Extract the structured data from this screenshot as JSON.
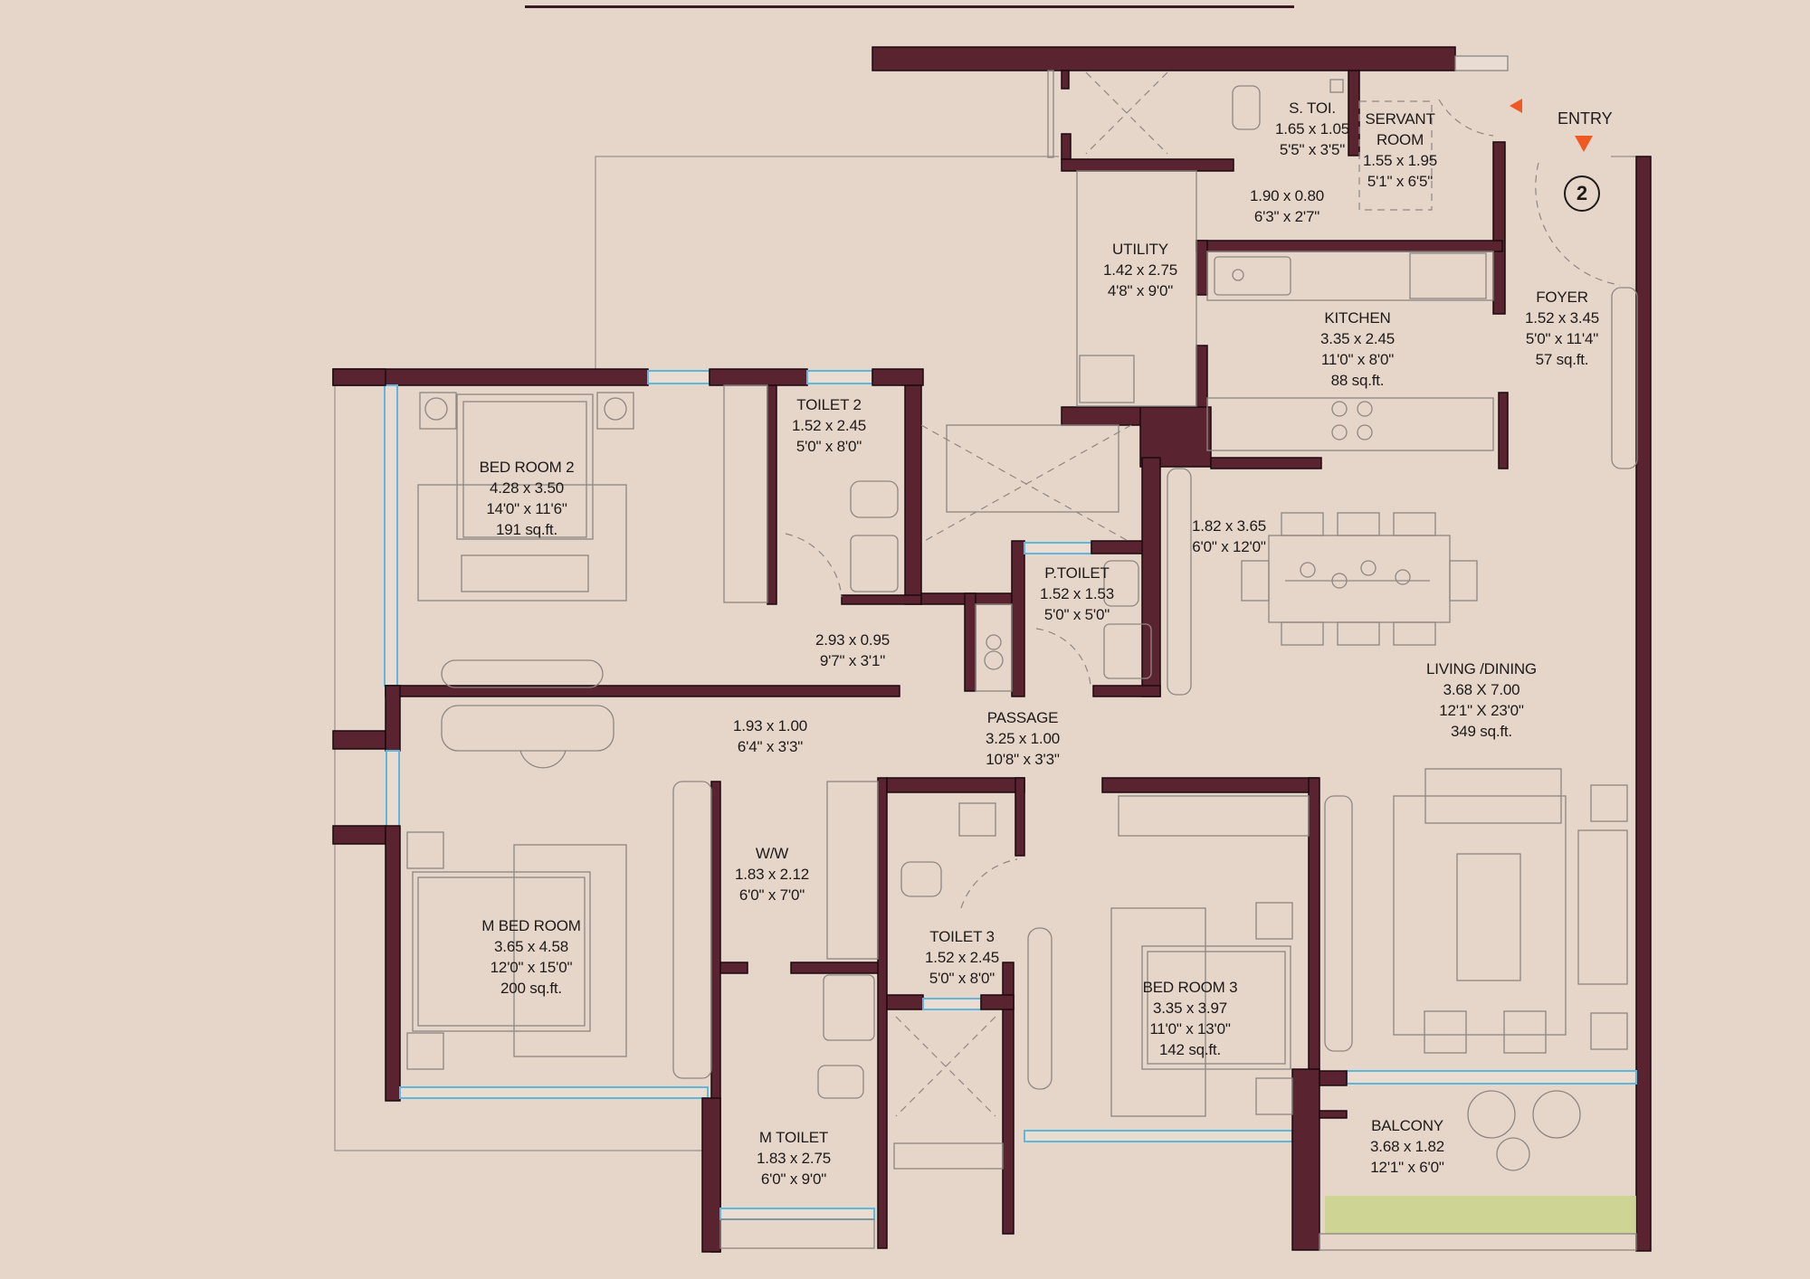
{
  "plan": {
    "unit_number": "2",
    "entry_label": "ENTRY",
    "colors": {
      "background": "#e6d6ca",
      "wall": "#5a2330",
      "window": "#5fb8dc",
      "entry_marker": "#f05a22",
      "planter": "#c9d48a"
    }
  },
  "rooms": {
    "s_toilet": {
      "name": "S. TOI.",
      "metric": "1.65 x 1.05",
      "imperial": "5'5\" x 3'5\""
    },
    "servant_room": {
      "name": "SERVANT",
      "name2": "ROOM",
      "metric": "1.55 x 1.95",
      "imperial": "5'1\" x 6'5\""
    },
    "servant_passage": {
      "metric": "1.90 x 0.80",
      "imperial": "6'3\" x 2'7\""
    },
    "utility": {
      "name": "UTILITY",
      "metric": "1.42 x 2.75",
      "imperial": "4'8\" x 9'0\""
    },
    "kitchen": {
      "name": "KITCHEN",
      "metric": "3.35 x 2.45",
      "imperial": "11'0\" x 8'0\"",
      "area": "88 sq.ft."
    },
    "foyer": {
      "name": "FOYER",
      "metric": "1.52 x 3.45",
      "imperial": "5'0\" x 11'4\"",
      "area": "57 sq.ft."
    },
    "bedroom2": {
      "name": "BED ROOM 2",
      "metric": "4.28 x 3.50",
      "imperial": "14'0\" x 11'6\"",
      "area": "191 sq.ft."
    },
    "toilet2": {
      "name": "TOILET 2",
      "metric": "1.52 x 2.45",
      "imperial": "5'0\" x 8'0\""
    },
    "dining": {
      "metric": "1.82 x 3.65",
      "imperial": "6'0\" x 12'0\""
    },
    "p_toilet": {
      "name": "P.TOILET",
      "metric": "1.52 x 1.53",
      "imperial": "5'0\" x 5'0\""
    },
    "passage_small": {
      "metric": "2.93 x 0.95",
      "imperial": "9'7\" x 3'1\""
    },
    "passage_mbr": {
      "metric": "1.93 x 1.00",
      "imperial": "6'4\" x 3'3\""
    },
    "passage": {
      "name": "PASSAGE",
      "metric": "3.25 x 1.00",
      "imperial": "10'8\" x 3'3\""
    },
    "living_dining": {
      "name": "LIVING /DINING",
      "metric": "3.68 X 7.00",
      "imperial": "12'1\" X 23'0\"",
      "area": "349 sq.ft."
    },
    "walk_in_wardrobe": {
      "name": "W/W",
      "metric": "1.83 x 2.12",
      "imperial": "6'0\" x 7'0\""
    },
    "m_bedroom": {
      "name": "M BED ROOM",
      "metric": "3.65 x 4.58",
      "imperial": "12'0\" x 15'0\"",
      "area": "200 sq.ft."
    },
    "toilet3": {
      "name": "TOILET 3",
      "metric": "1.52 x 2.45",
      "imperial": "5'0\" x 8'0\""
    },
    "bedroom3": {
      "name": "BED ROOM 3",
      "metric": "3.35 x 3.97",
      "imperial": "11'0\" x 13'0\"",
      "area": "142 sq.ft."
    },
    "m_toilet": {
      "name": "M TOILET",
      "metric": "1.83 x 2.75",
      "imperial": "6'0\" x 9'0\""
    },
    "balcony": {
      "name": "BALCONY",
      "metric": "3.68 x 1.82",
      "imperial": "12'1\" x 6'0\""
    }
  }
}
